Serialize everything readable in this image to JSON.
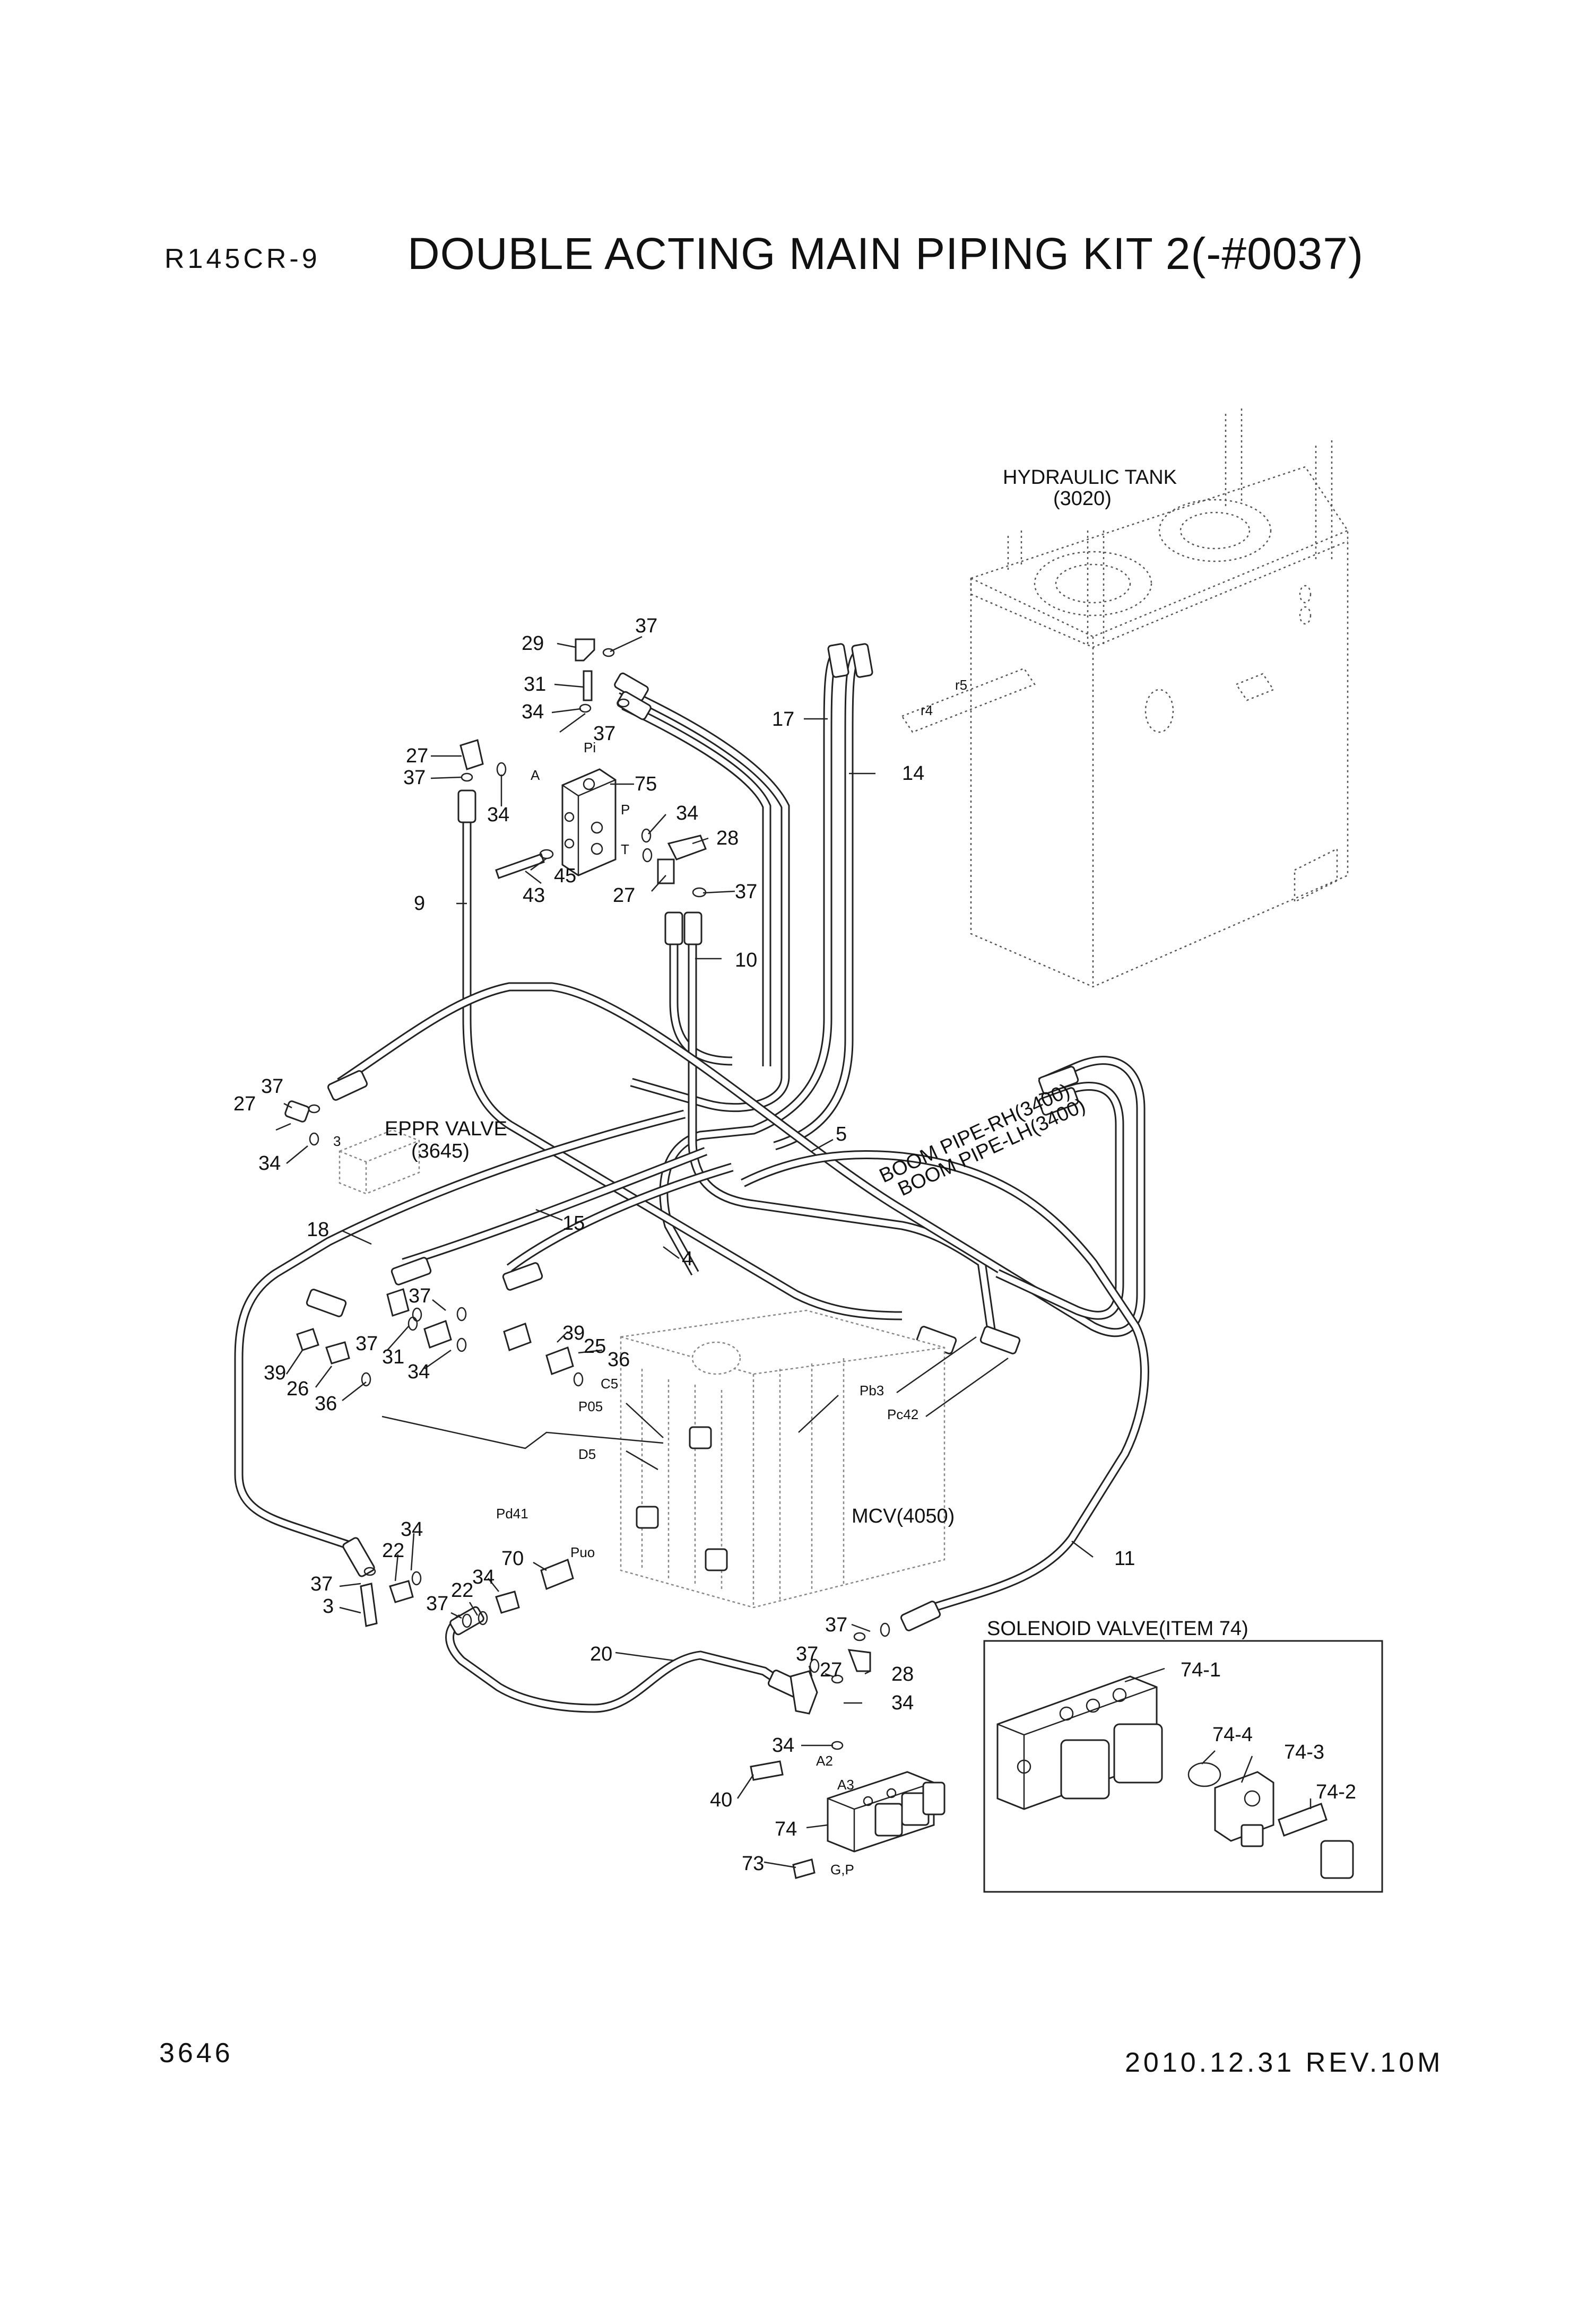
{
  "header": {
    "model": "R145CR-9",
    "title": "DOUBLE ACTING MAIN PIPING KIT 2(-#0037)"
  },
  "footer": {
    "page_number": "3646",
    "revision": "2010.12.31  REV.10M"
  },
  "components": {
    "hydraulic_tank": {
      "name": "HYDRAULIC TANK",
      "ref": "(3020)"
    },
    "eppr_valve": {
      "name": "EPPR VALVE",
      "ref": "(3645)"
    },
    "mcv": "MCV(4050)",
    "boom_pipe_rh": "BOOM PIPE-RH(3400)",
    "boom_pipe_lh": "BOOM PIPE-LH(3400)",
    "solenoid_box_title": "SOLENOID VALVE(ITEM 74)"
  },
  "port_labels": {
    "pi": "Pi",
    "a": "A",
    "p": "P",
    "t": "T",
    "r5": "r5",
    "r4": "r4",
    "pb3": "Pb3",
    "pc42": "Pc42",
    "p05": "P05",
    "c5": "C5",
    "d5": "D5",
    "pd41": "Pd41",
    "puo": "Puo",
    "a2": "A2",
    "a3": "A3",
    "gp": "G,P",
    "eppr_3": "3"
  },
  "callouts": {
    "c29": "29",
    "c37a": "37",
    "c31a": "31",
    "c34a": "34",
    "c37b": "37",
    "c27a": "27",
    "c37c": "37",
    "c34b": "34",
    "c75": "75",
    "c34c": "34",
    "c28a": "28",
    "c45": "45",
    "c43": "43",
    "c27b": "27",
    "c37d": "37",
    "c9": "9",
    "c10": "10",
    "c17": "17",
    "c14": "14",
    "c37e": "37",
    "c27c": "27",
    "c34d": "34",
    "c18": "18",
    "c15": "15",
    "c5": "5",
    "c4": "4",
    "c37f": "37",
    "c31b": "31",
    "c34e": "34",
    "c39a": "39",
    "c25": "25",
    "c36a": "36",
    "c39b": "39",
    "c26": "26",
    "c36b": "36",
    "c34f": "34",
    "c22a": "22",
    "c37g": "37",
    "c3": "3",
    "c70": "70",
    "c34g": "34",
    "c22b": "22",
    "c37h": "37",
    "c11": "11",
    "c37i": "37",
    "c20": "20",
    "c37j": "37",
    "c27d": "27",
    "c28b": "28",
    "c34h": "34",
    "c34i": "34",
    "c40": "40",
    "c74": "74",
    "c73": "73",
    "c74_1": "74-1",
    "c74_4": "74-4",
    "c74_3": "74-3",
    "c74_2": "74-2"
  }
}
